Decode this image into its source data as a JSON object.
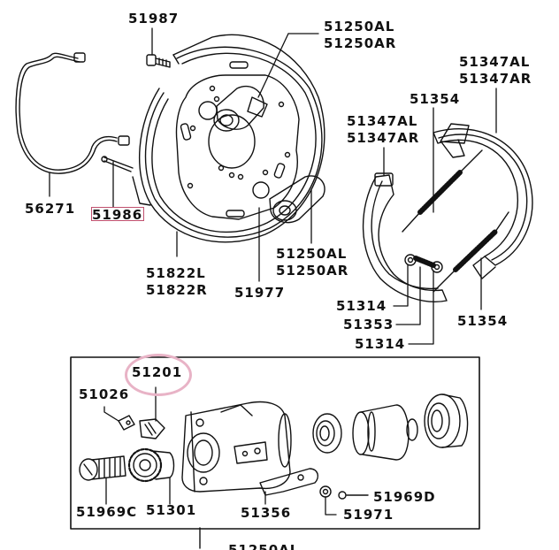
{
  "diagram": {
    "title": "Rear drum brake assembly exploded parts diagram",
    "highlight_color_box": "#c0506e",
    "highlight_color_ellipse": "#e8b3c6",
    "labels": {
      "p51987": "51987",
      "p51250A_top": [
        "51250AL",
        "51250AR"
      ],
      "p51347A_top_right": [
        "51347AL",
        "51347AR"
      ],
      "p51354_top": "51354",
      "p51347A_left": [
        "51347AL",
        "51347AR"
      ],
      "p56271": "56271",
      "p51986": "51986",
      "p51822": [
        "51822L",
        "51822R"
      ],
      "p51977": "51977",
      "p51250A_bottom": [
        "51250AL",
        "51250AR"
      ],
      "p51314_a": "51314",
      "p51353": "51353",
      "p51314_b": "51314",
      "p51354_bottom": "51354",
      "p51201": "51201",
      "p51026": "51026",
      "p51969C": "51969C",
      "p51301": "51301",
      "p51356": "51356",
      "p51969D": "51969D",
      "p51971": "51971",
      "p51250AL_cut": "51250AL"
    },
    "highlighted_parts": {
      "boxed": "51986",
      "circled": "51201"
    }
  }
}
